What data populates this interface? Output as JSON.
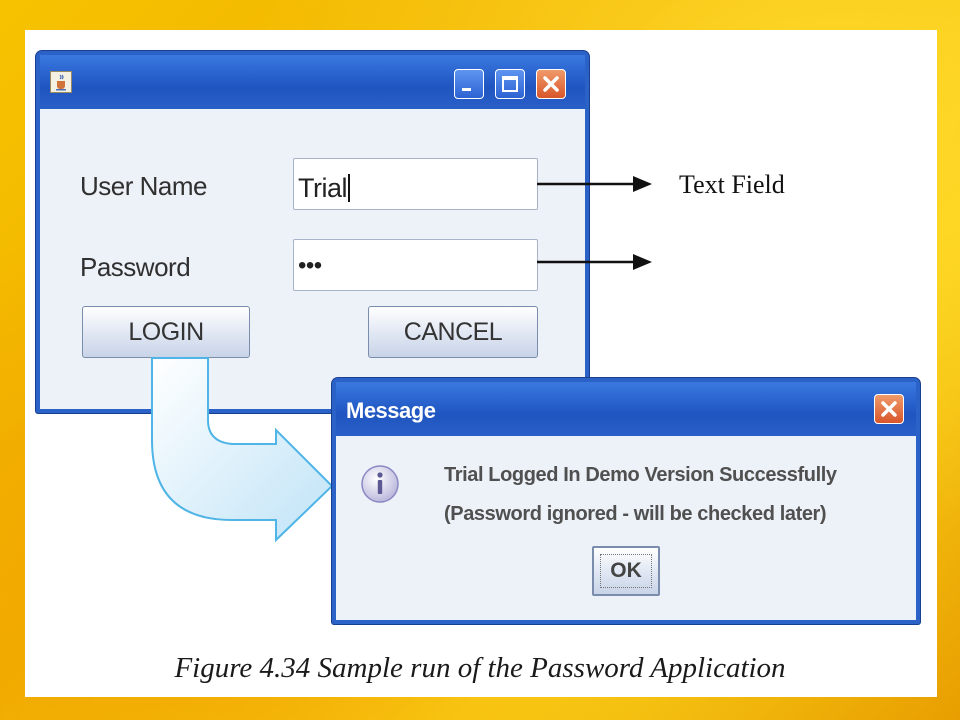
{
  "main_window": {
    "user_name_label": "User Name",
    "password_label": "Password",
    "user_name_value": "Trial",
    "password_value": "•••",
    "login_label": "LOGIN",
    "cancel_label": "CANCEL"
  },
  "annotation": {
    "text_field_label": "Text Field"
  },
  "message_dialog": {
    "title": "Message",
    "line1": "Trial Logged In Demo Version Successfully",
    "line2": "(Password ignored - will be checked later)",
    "ok_label": "OK"
  },
  "caption": "Figure 4.34 Sample run of the Password Application",
  "icons": {
    "app": "java-cup-icon",
    "minimize": "minimize-icon",
    "maximize": "maximize-icon",
    "close": "close-icon",
    "info": "info-icon",
    "flow": "curved-arrow-icon"
  },
  "colors": {
    "title_bar": "#2b62c8",
    "close_button": "#e06a38",
    "background": "#f5c000"
  }
}
